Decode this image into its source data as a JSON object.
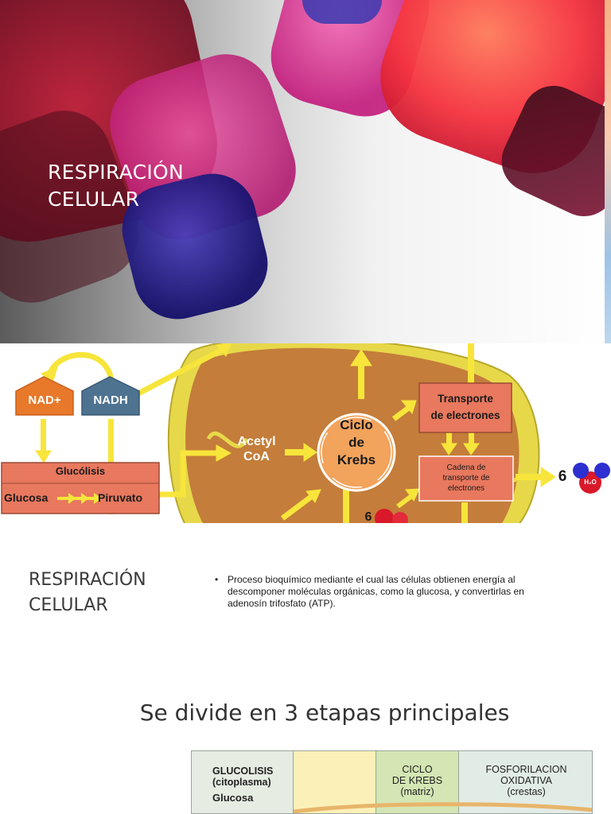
{
  "slide1": {
    "title_line1": "RESPIRACIÓN",
    "title_line2": "CELULAR"
  },
  "slide2": {
    "nad_plus": "NAD+",
    "nadh": "NADH",
    "glycolysis_title": "Glucólisis",
    "glucose": "Glucosa",
    "pyruvate": "Piruvato",
    "acetyl_line1": "Acetyl",
    "acetyl_line2": "CoA",
    "krebs_line1": "Ciclo",
    "krebs_line2": "de",
    "krebs_line3": "Krebs",
    "transport_line1": "Transporte",
    "transport_line2": "de electrones",
    "chain_line1": "Cadena de",
    "chain_line2": "transporte de",
    "chain_line3": "electrones",
    "water_count": "6",
    "water_formula": "H₂O",
    "bottom_count": "6",
    "colors": {
      "nad_orange": "#e8782a",
      "nadh_blue": "#4e7391",
      "salmon_box": "#e8785e",
      "mito_inner": "#c87f3a",
      "arrow_yellow": "#f7e53b",
      "krebs_fill": "#f2a35c"
    }
  },
  "slide3": {
    "title_line1": "RESPIRACIÓN",
    "title_line2": "CELULAR",
    "bullet_symbol": "•",
    "bullet_text": "Proceso bioquímico mediante el cual las células obtienen energía al descomponer moléculas orgánicas, como la glucosa, y convertirlas en adenosín trifosfato (ATP)."
  },
  "slide4": {
    "title": "Se divide en 3 etapas principales",
    "col1_line1": "GLUCOLISIS",
    "col1_line2": "(citoplasma)",
    "col1_line3": "Glucosa",
    "col3_line1": "CICLO",
    "col3_line2": "DE KREBS",
    "col3_line3": "(matriz)",
    "col4_line1": "FOSFORILACION",
    "col4_line2": "OXIDATIVA",
    "col4_line3": "(crestas)"
  }
}
